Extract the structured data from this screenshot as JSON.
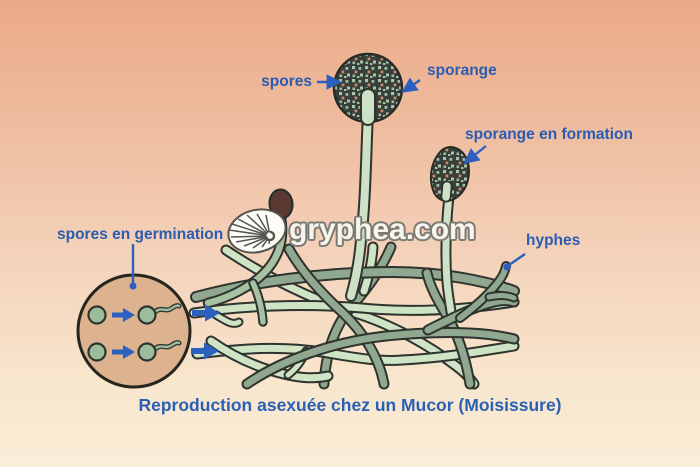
{
  "caption": "Reproduction asexuée chez un Mucor (Moisissure)",
  "watermark": {
    "text": "gryphea.com",
    "logo": "shell-icon"
  },
  "labels": {
    "spores": "spores",
    "sporange": "sporange",
    "sporange_en_formation": "sporange en formation",
    "spores_en_germination": "spores en germination",
    "hyphes": "hyphes"
  },
  "colors": {
    "label_blue": "#2b5cb2",
    "caption_blue": "#2a60b6",
    "arrow_blue": "#2b60c0",
    "bg_top": "#ebaa87",
    "bg_bottom": "#faeed8",
    "hypha_light_green": "#cfe3c5",
    "hypha_dark_green": "#8fa88f",
    "stalk_green": "#cde1c6",
    "outline_dark": "#2e332e",
    "sporangium_dark": "#383e3a",
    "spore_dot_green": "#a9c6ab",
    "spore_dot_salmon": "#cf8a6a",
    "young_sporangium_brown": "#593931",
    "magnifier_fill_tan": "#dcb28f",
    "spore_cell_green": "#9cbc9c"
  }
}
